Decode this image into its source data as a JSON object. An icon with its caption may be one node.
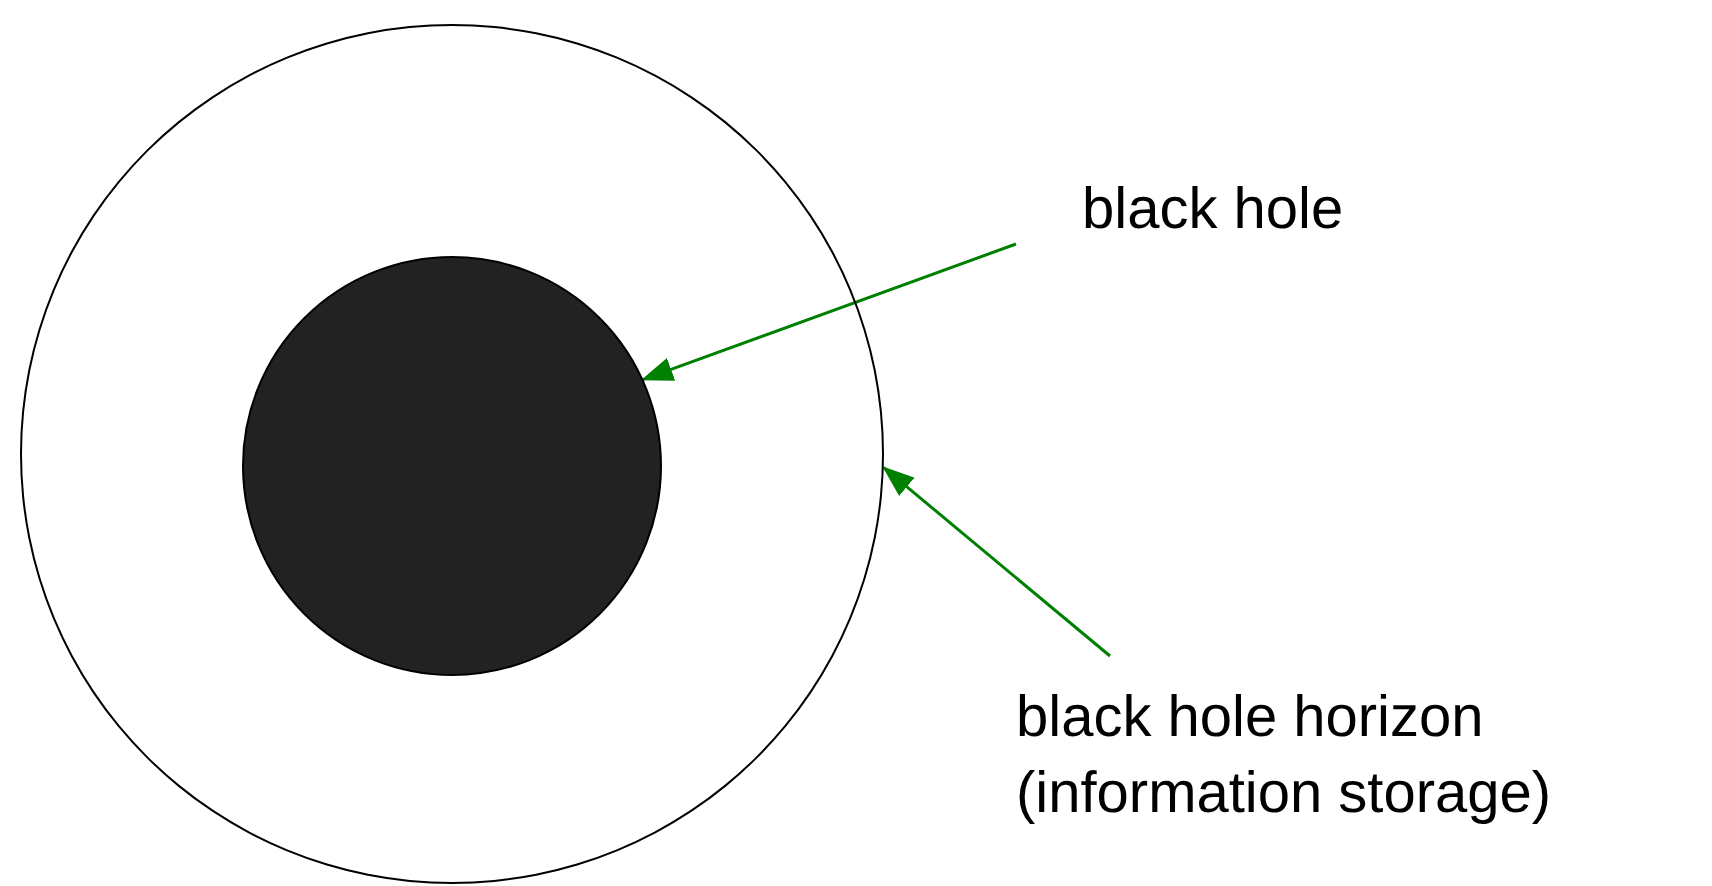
{
  "diagram": {
    "nodes": [
      {
        "text": [],
        "shape": "circle"
      },
      {
        "text": [],
        "shape": "circle",
        "in": 0
      },
      {
        "text": [
          "black hole"
        ]
      },
      {
        "text": [
          "black hole horizon (information storage)"
        ]
      }
    ],
    "edges": [
      {
        "from": 2,
        "to": 1,
        "arrow": "to"
      },
      {
        "from": 3,
        "to": 0,
        "arrow": "to"
      }
    ]
  }
}
